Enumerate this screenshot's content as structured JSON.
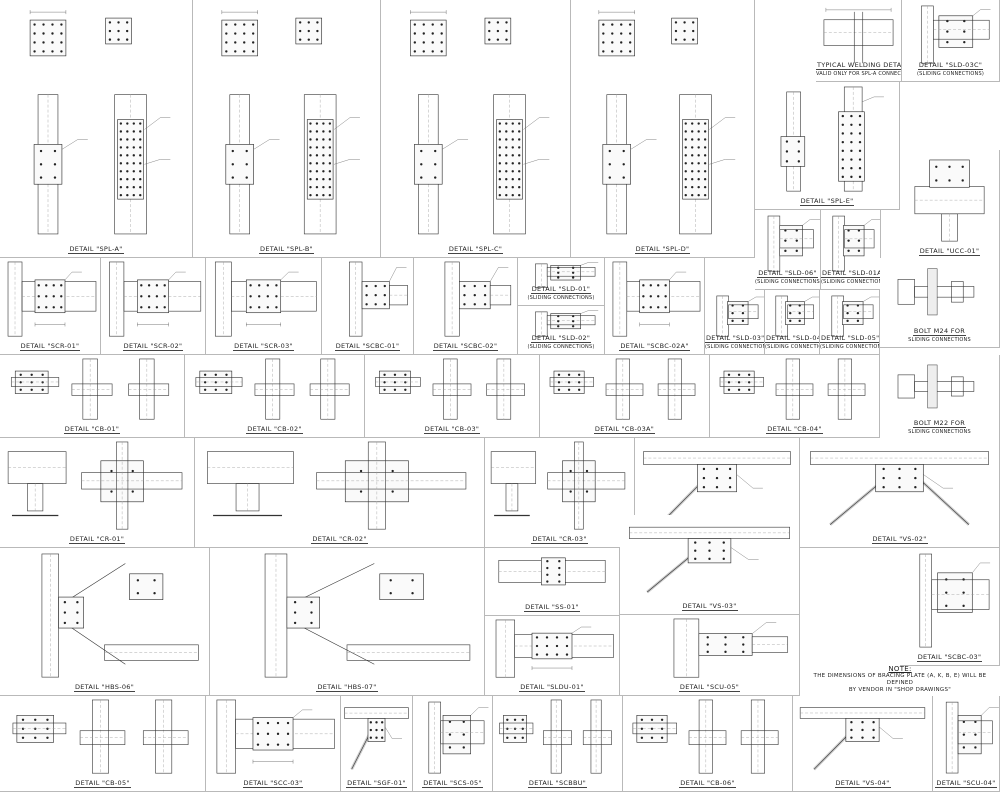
{
  "sheet": {
    "details": [
      {
        "title": "DETAIL \"SPL-A\""
      },
      {
        "title": "DETAIL \"SPL-B\""
      },
      {
        "title": "DETAIL \"SPL-C\""
      },
      {
        "title": "DETAIL \"SPL-D\""
      },
      {
        "title": "DETAIL \"SPL-E\""
      },
      {
        "title": "TYPICAL WELDING DETAIL",
        "sub": "VALID ONLY FOR SPL-A CONNECTION"
      },
      {
        "title": "DETAIL \"SLD-03C\"",
        "sub": "(SLIDING CONNECTIONS)"
      },
      {
        "title": "DETAIL \"UCC-01\""
      },
      {
        "title": "DETAIL \"SCR-01\""
      },
      {
        "title": "DETAIL \"SCR-02\""
      },
      {
        "title": "DETAIL \"SCR-03\""
      },
      {
        "title": "DETAIL \"SCBC-01\""
      },
      {
        "title": "DETAIL \"SCBC-02\""
      },
      {
        "title": "DETAIL \"SLD-01\"",
        "sub": "(SLIDING CONNECTIONS)"
      },
      {
        "title": "DETAIL \"SLD-02\"",
        "sub": "(SLIDING CONNECTIONS)"
      },
      {
        "title": "DETAIL \"SCBC-02A\""
      },
      {
        "title": "DETAIL \"SLD-06\"",
        "sub": "(SLIDING CONNECTIONS)"
      },
      {
        "title": "DETAIL \"SLD-01A\"",
        "sub": "(SLIDING CONNECTIONS)"
      },
      {
        "title": "DETAIL \"SLD-03\"",
        "sub": "(SLIDING CONNECTIONS)"
      },
      {
        "title": "DETAIL \"SLD-04\"",
        "sub": "(SLIDING CONNECTIONS)"
      },
      {
        "title": "DETAIL \"SLD-05\"",
        "sub": "(SLIDING CONNECTIONS)"
      },
      {
        "title": "BOLT M24 FOR",
        "sub": "SLIDING CONNECTIONS"
      },
      {
        "title": "BOLT M22 FOR",
        "sub": "SLIDING CONNECTIONS"
      },
      {
        "title": "DETAIL \"CB-01\""
      },
      {
        "title": "DETAIL \"CB-02\""
      },
      {
        "title": "DETAIL \"CB-03\""
      },
      {
        "title": "DETAIL \"CB-03A\""
      },
      {
        "title": "DETAIL \"CB-04\""
      },
      {
        "title": "DETAIL \"CR-01\""
      },
      {
        "title": "DETAIL \"CR-02\""
      },
      {
        "title": "DETAIL \"CR-03\""
      },
      {
        "title": "DETAIL \"VS-01A\""
      },
      {
        "title": "DETAIL \"VS-02\""
      },
      {
        "title": "DETAIL \"HBS-06\""
      },
      {
        "title": "DETAIL \"HBS-07\""
      },
      {
        "title": "DETAIL \"SS-01\""
      },
      {
        "title": "DETAIL \"VS-03\""
      },
      {
        "title": "DETAIL \"SCBC-03\""
      },
      {
        "title": "DETAIL \"SLDU-01\""
      },
      {
        "title": "DETAIL \"SCU-05\""
      },
      {
        "title": "DETAIL \"CB-05\""
      },
      {
        "title": "DETAIL \"SCC-03\""
      },
      {
        "title": "DETAIL \"SGF-01\""
      },
      {
        "title": "DETAIL \"SCS-05\""
      },
      {
        "title": "DETAIL \"SCBBU\""
      },
      {
        "title": "DETAIL \"CB-06\""
      },
      {
        "title": "DETAIL \"VS-04\""
      },
      {
        "title": "DETAIL \"SCU-04\""
      }
    ],
    "note": {
      "heading": "NOTE:",
      "line1": "THE DIMENSIONS OF BRACING PLATE (A, K, B, E) WILL BE DEFINED",
      "line2": "BY VENDOR IN \"SHOP DRAWINGS\""
    }
  }
}
